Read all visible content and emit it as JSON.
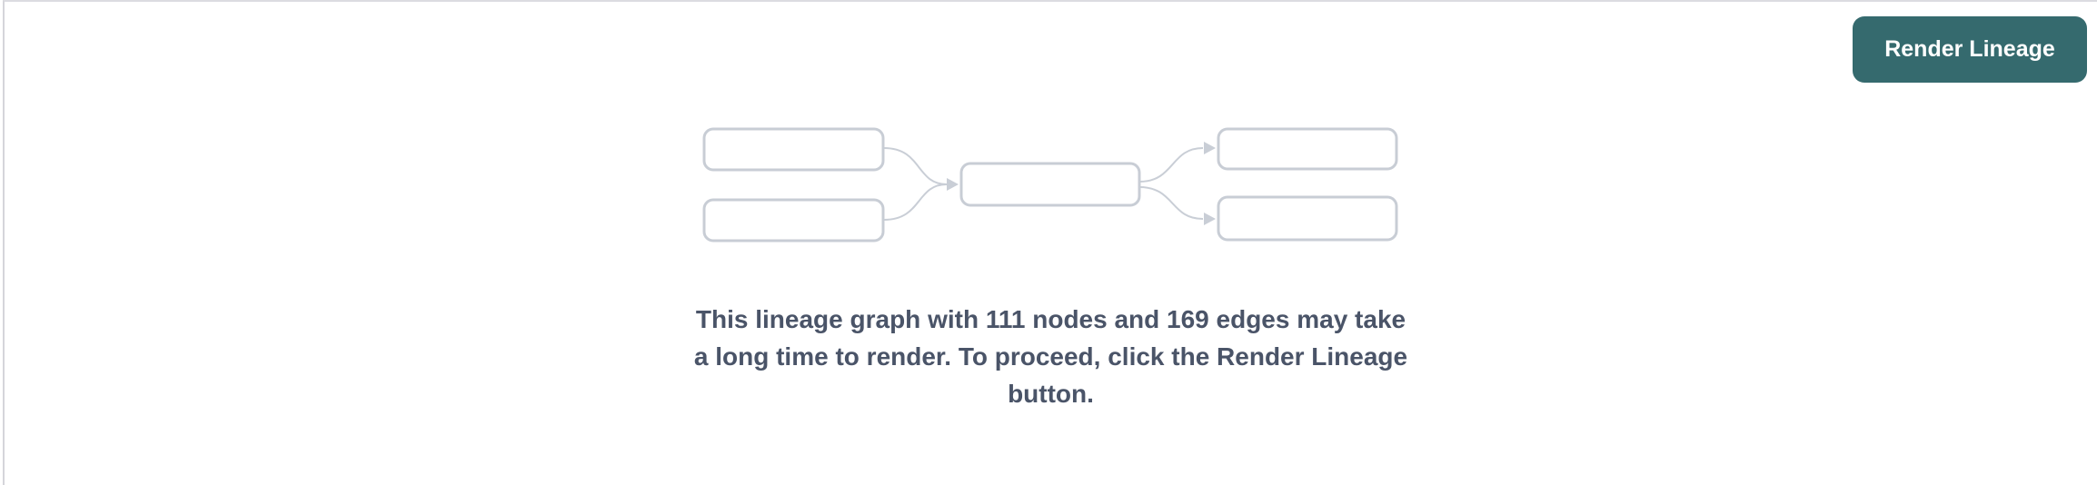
{
  "colors": {
    "accent": "#356a6e",
    "accent_text": "#ffffff",
    "node_border": "#c8cdd5",
    "edge": "#c9ced6",
    "message_text": "#4a5468",
    "panel_border_top": "#dcdce1",
    "panel_border_left": "#d5d5da"
  },
  "toolbar": {
    "render_lineage_button": {
      "label": "Render Lineage"
    }
  },
  "empty_state": {
    "placeholder_graphic": {
      "left_nodes": 2,
      "center_nodes": 1,
      "right_nodes": 2,
      "edges": 4
    },
    "node_count": "111",
    "edge_count": "169",
    "message_lines": [
      "This lineage graph with 111 nodes and 169 edges may take",
      "a long time to render. To proceed, click the Render Lineage",
      "button."
    ]
  }
}
